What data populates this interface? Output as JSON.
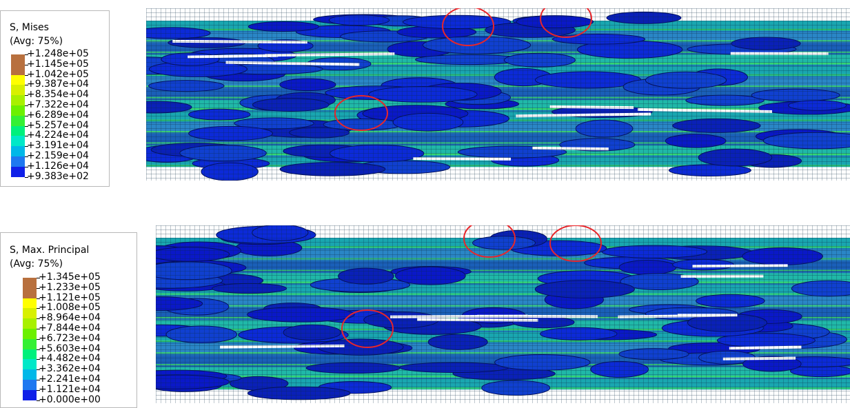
{
  "panels": [
    {
      "legend_title_1": "S, Mises",
      "legend_title_2": "(Avg: 75%)",
      "legend_values": [
        "+1.248e+05",
        "+1.145e+05",
        "+1.042e+05",
        "+9.387e+04",
        "+8.354e+04",
        "+7.322e+04",
        "+6.289e+04",
        "+5.257e+04",
        "+4.224e+04",
        "+3.191e+04",
        "+2.159e+04",
        "+1.126e+04",
        "+9.383e+02"
      ],
      "highlight_circles": 3
    },
    {
      "legend_title_1": "S, Max. Principal",
      "legend_title_2": "(Avg: 75%)",
      "legend_values": [
        "+1.345e+05",
        "+1.233e+05",
        "+1.121e+05",
        "+1.008e+05",
        "+8.964e+04",
        "+7.844e+04",
        "+6.723e+04",
        "+5.603e+04",
        "+4.482e+04",
        "+3.362e+04",
        "+2.241e+04",
        "+1.121e+04",
        "+0.000e+00"
      ],
      "highlight_circles": 3
    }
  ],
  "colormap": [
    "#b8703e",
    "#b8703e",
    "#ffff00",
    "#d8f000",
    "#a8f000",
    "#6cf000",
    "#34f034",
    "#00f07c",
    "#00e8c8",
    "#00b8e8",
    "#1e78f0",
    "#1020e8"
  ],
  "colors": {
    "highlight": "#e8262a",
    "mesh_line": "#0a2a44",
    "ellipse": "#0c2ccc"
  }
}
